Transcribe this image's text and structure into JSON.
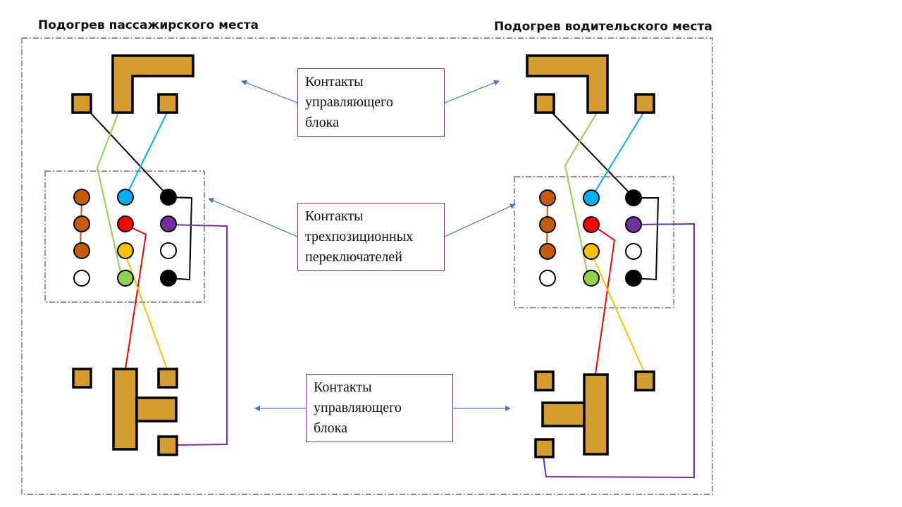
{
  "headings": {
    "passenger": "Подогрев пассажирского места",
    "driver": "Подогрев водительского места"
  },
  "labels": {
    "top": [
      "Контакты",
      "управляющего",
      "блока"
    ],
    "middle": [
      "Контакты",
      "трехпозиционных",
      "переключателей"
    ],
    "bottom": [
      "Контакты",
      "управляющего",
      "блока"
    ]
  },
  "colors": {
    "pad": "#d49b2e",
    "brown": "#c55a11",
    "blue": "#00b0f0",
    "black": "#000000",
    "red": "#ff0000",
    "purple": "#7030a0",
    "yellow": "#ffc000",
    "green": "#92d050",
    "white": "#ffffff",
    "arrow": "#4a73c0",
    "frame": "#6b3f80"
  },
  "switch_grid": {
    "rows": [
      [
        "brown",
        "blue",
        "black"
      ],
      [
        "brown",
        "red",
        "purple"
      ],
      [
        "brown",
        "yellow",
        "white"
      ],
      [
        "white",
        "green",
        "black"
      ]
    ]
  },
  "wires": [
    {
      "color": "black",
      "from": "control-top-small-left",
      "to": "switch-r1c3"
    },
    {
      "color": "green",
      "from": "control-top-L",
      "to": "switch-r4c2"
    },
    {
      "color": "blue",
      "from": "control-top-small-right",
      "to": "switch-r1c2"
    },
    {
      "color": "black",
      "from": "switch-r1c3",
      "to": "switch-r4c3"
    },
    {
      "color": "brown",
      "from": "switch-r1c1",
      "to": "switch-r3c1"
    },
    {
      "color": "red",
      "from": "switch-r2c2",
      "to": "control-bottom-T"
    },
    {
      "color": "yellow",
      "from": "switch-r3c2",
      "to": "control-bottom-small-top-right"
    },
    {
      "color": "purple",
      "from": "switch-r2c3",
      "to": "control-bottom-small-bottom"
    }
  ]
}
